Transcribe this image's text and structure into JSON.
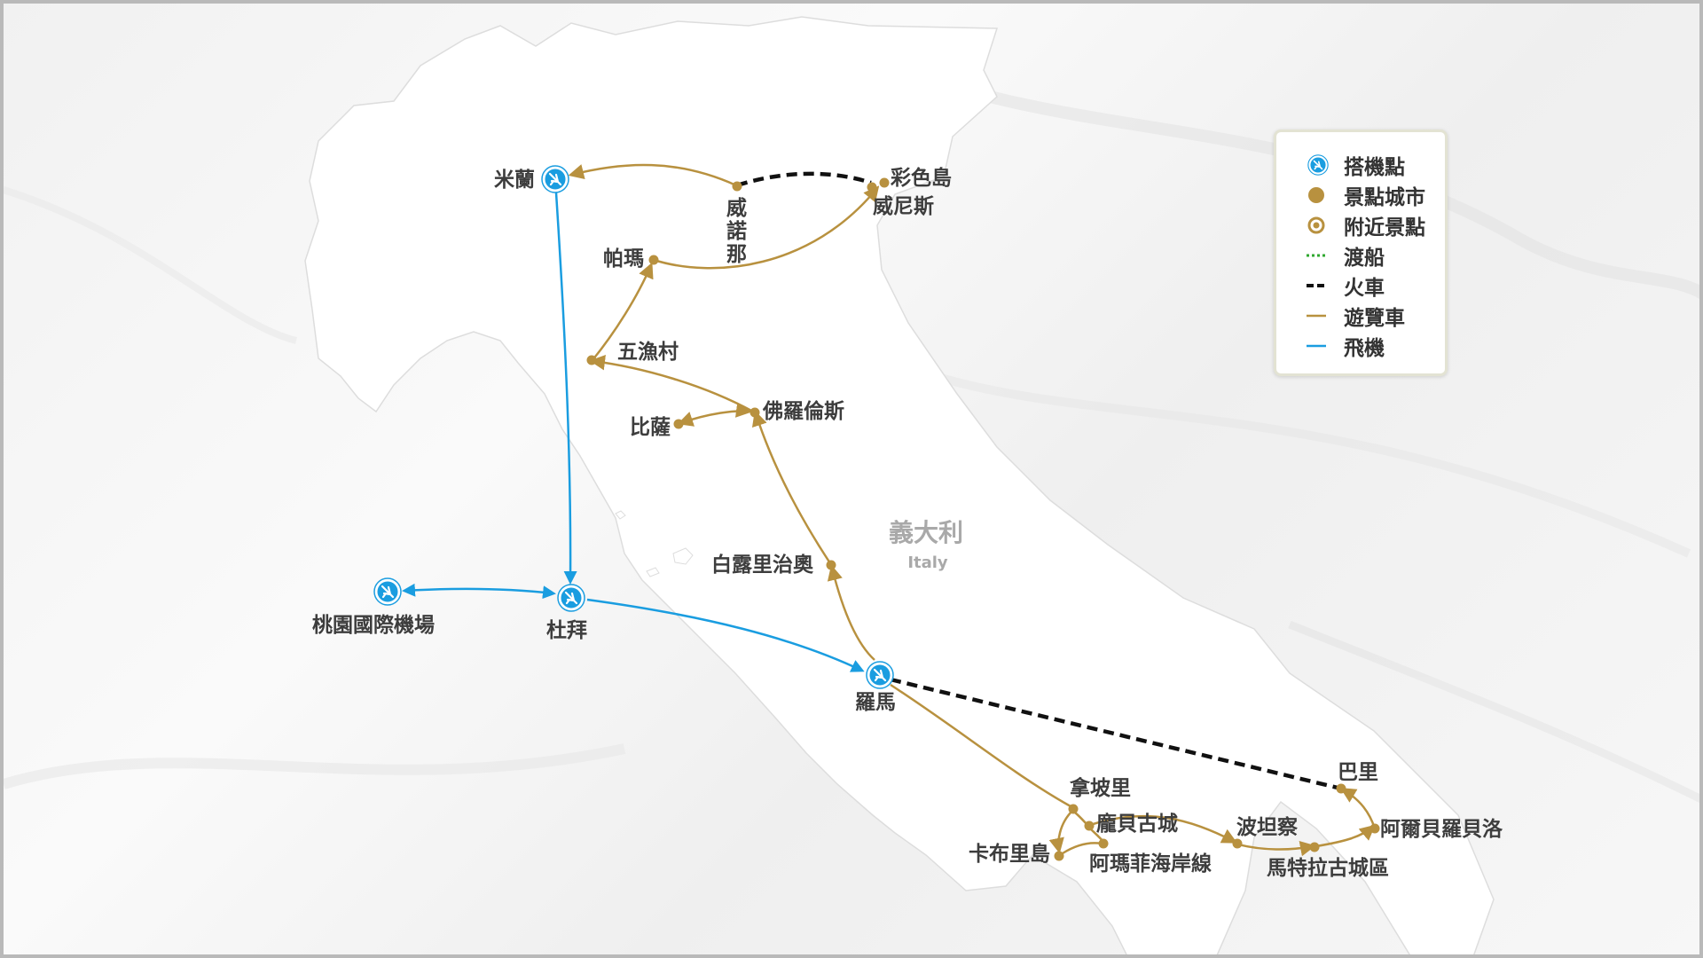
{
  "colors": {
    "tour_bus": "#b8913f",
    "flight": "#1a9de0",
    "train": "#111111",
    "ferry": "#2fa82f",
    "land": "#ffffff"
  },
  "country": {
    "name": "義大利",
    "name_en": "Italy"
  },
  "cities": {
    "milan": "米蘭",
    "verona": [
      "威",
      "諾",
      "那"
    ],
    "burano": "彩色島",
    "venice": "威尼斯",
    "parma": "帕瑪",
    "cinque_terre": "五漁村",
    "florence": "佛羅倫斯",
    "pisa": "比薩",
    "civita": "白露里治奧",
    "rome": "羅馬",
    "taoyuan": "桃園國際機場",
    "dubai": "杜拜",
    "naples": "拿坡里",
    "pompeii": "龐貝古城",
    "capri": "卡布里島",
    "amalfi": "阿瑪菲海岸線",
    "potenza": "波坦察",
    "matera": "馬特拉古城區",
    "bari": "巴里",
    "alberobello": "阿爾貝羅貝洛"
  },
  "legend": {
    "items": [
      {
        "icon": "airport-icon",
        "label": "搭機點"
      },
      {
        "icon": "city-dot-icon",
        "label": "景點城市"
      },
      {
        "icon": "nearby-spot-icon",
        "label": "附近景點"
      },
      {
        "icon": "ferry-line-icon",
        "label": "渡船"
      },
      {
        "icon": "train-line-icon",
        "label": "火車"
      },
      {
        "icon": "bus-line-icon",
        "label": "遊覽車"
      },
      {
        "icon": "flight-line-icon",
        "label": "飛機"
      }
    ]
  }
}
